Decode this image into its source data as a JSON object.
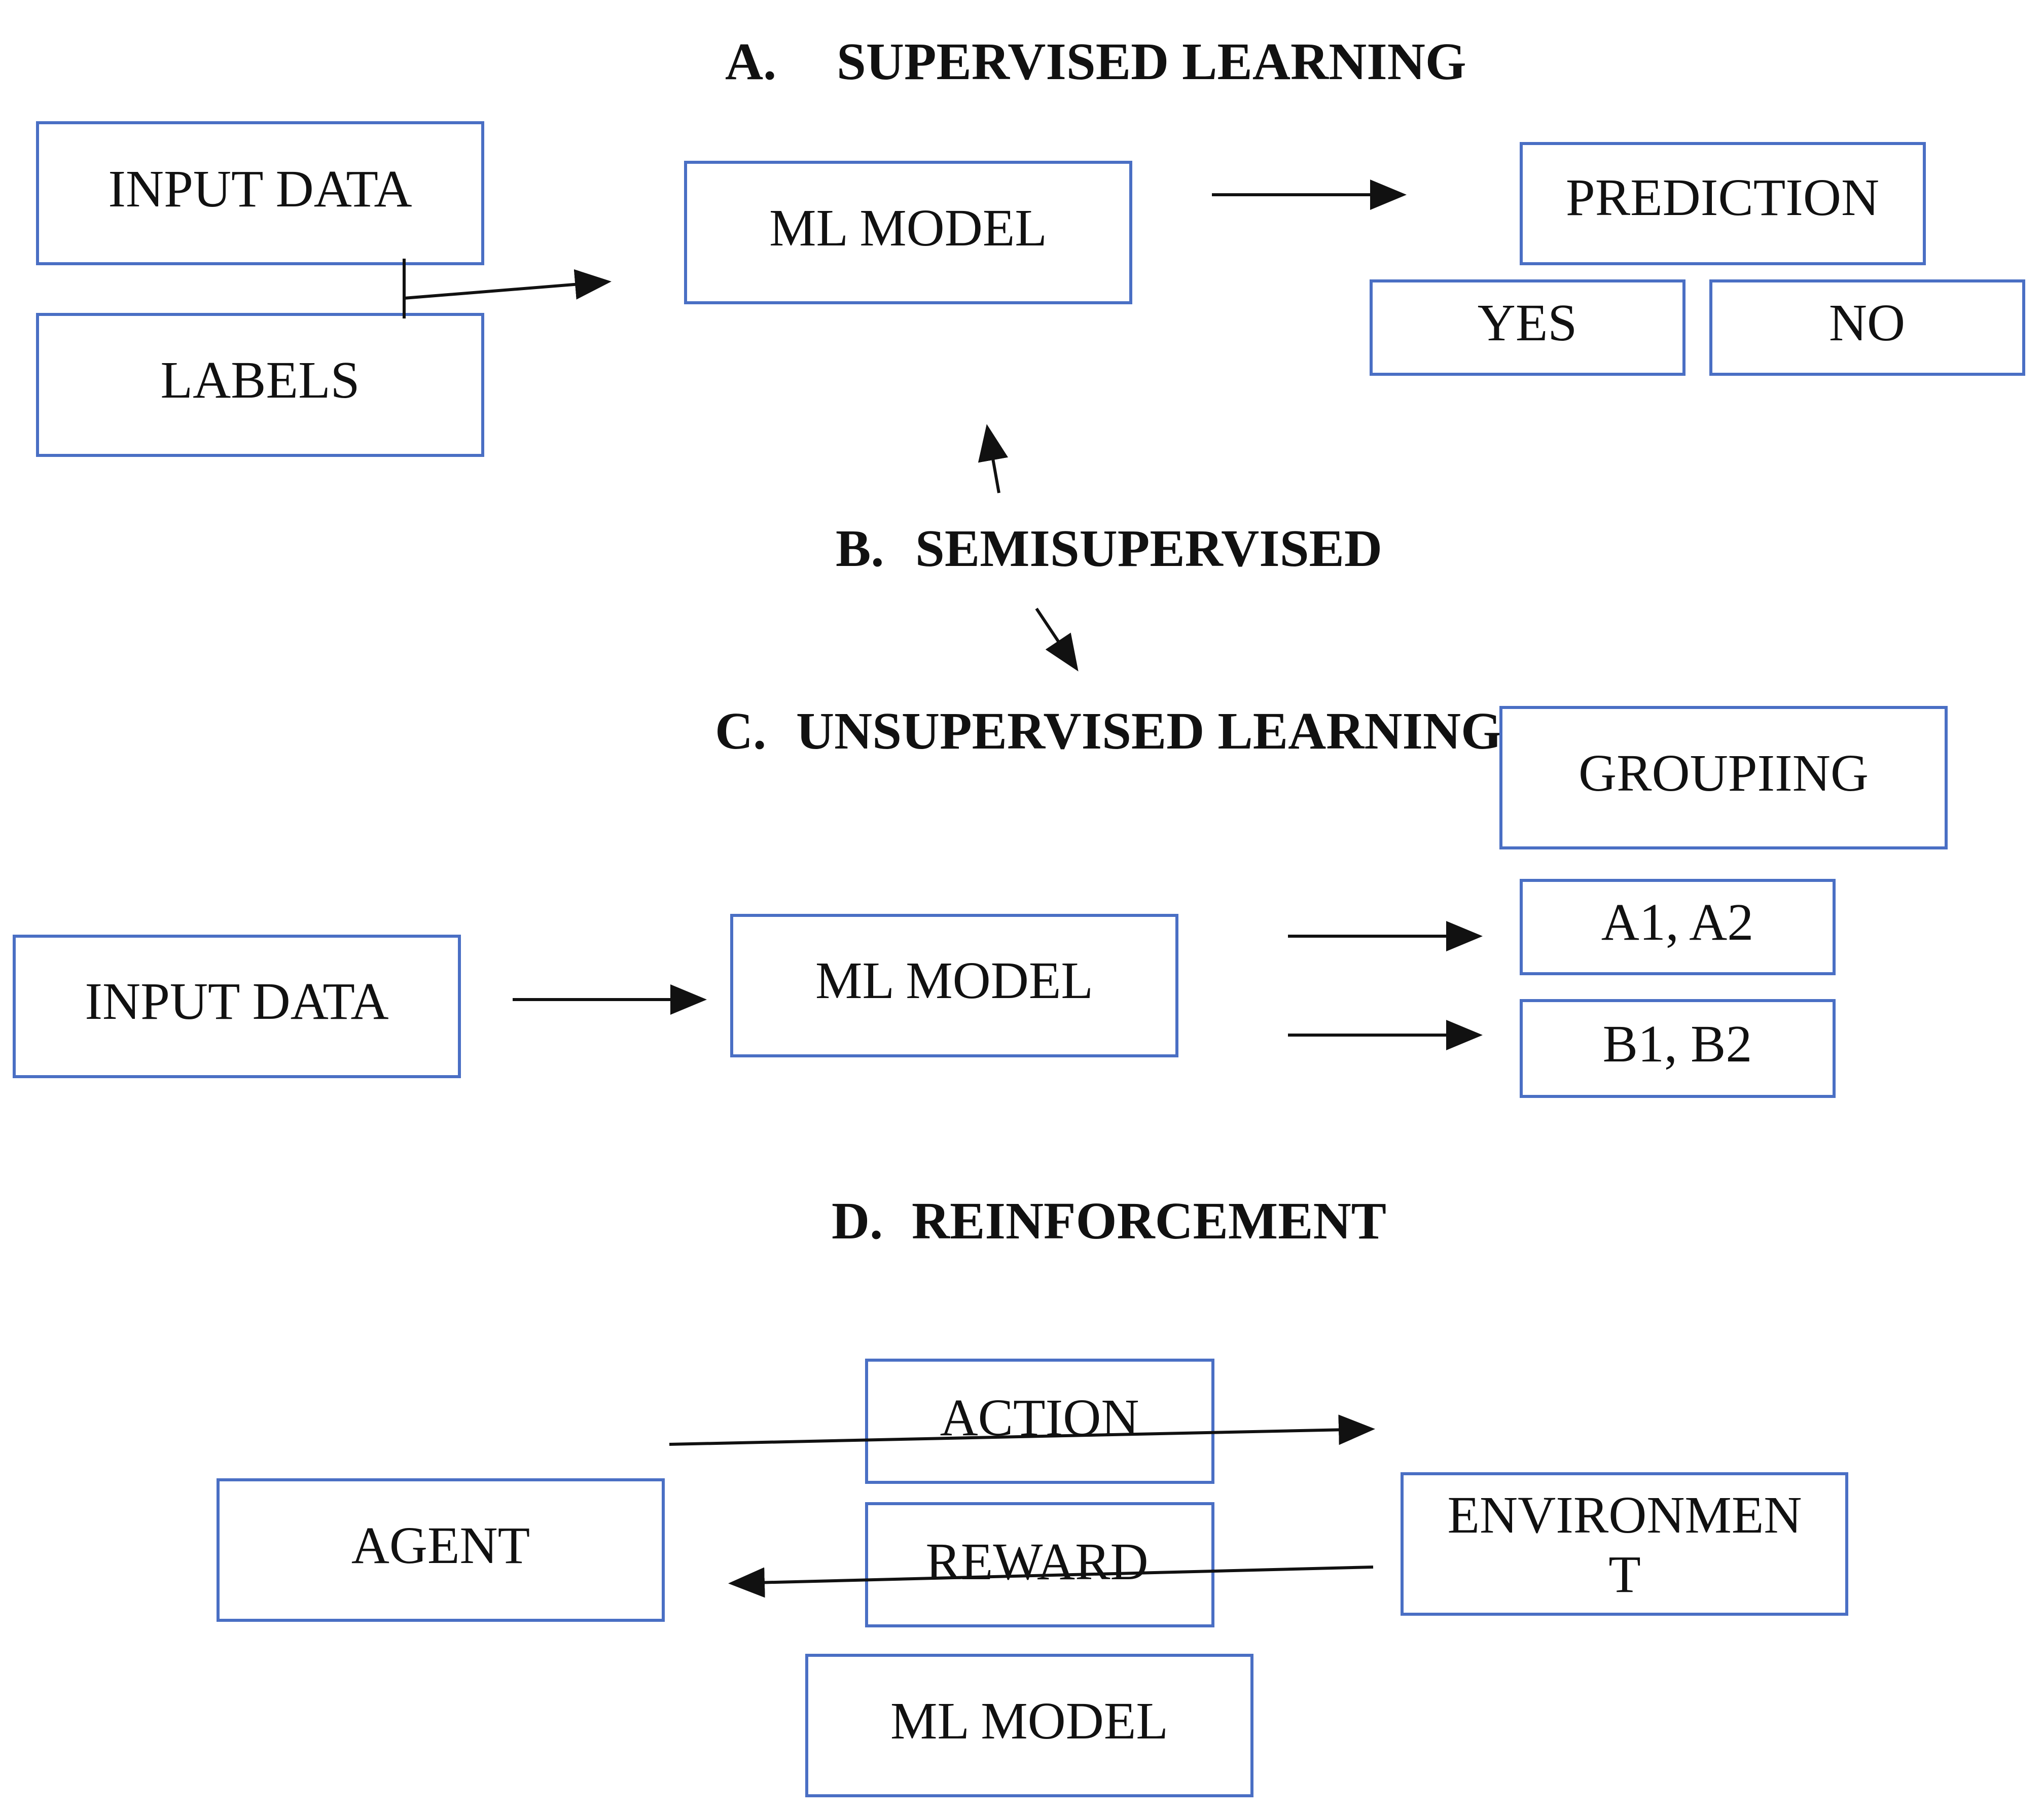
{
  "colors": {
    "box_stroke": "#4a6fc4",
    "text": "#111111",
    "arrow": "#111111"
  },
  "sections": {
    "supervised": {
      "letter": "A.",
      "title": "SUPERVISED LEARNING",
      "input_data": "INPUT DATA",
      "labels": "LABELS",
      "model": "ML MODEL",
      "prediction": "PREDICTION",
      "yes": "YES",
      "no": "NO"
    },
    "semisupervised": {
      "letter": "B.",
      "title": "SEMISUPERVISED"
    },
    "unsupervised": {
      "letter": "C.",
      "title": "UNSUPERVISED LEARNING",
      "grouping": "GROUPIING",
      "input_data": "INPUT DATA",
      "model": "ML MODEL",
      "group_a": "A1, A2",
      "group_b": "B1, B2"
    },
    "reinforcement": {
      "letter": "D.",
      "title": "REINFORCEMENT",
      "agent": "AGENT",
      "action": "ACTION",
      "reward": "REWARD",
      "environment_line1": "ENVIRONMEN",
      "environment_line2": "T",
      "model": "ML MODEL"
    }
  }
}
